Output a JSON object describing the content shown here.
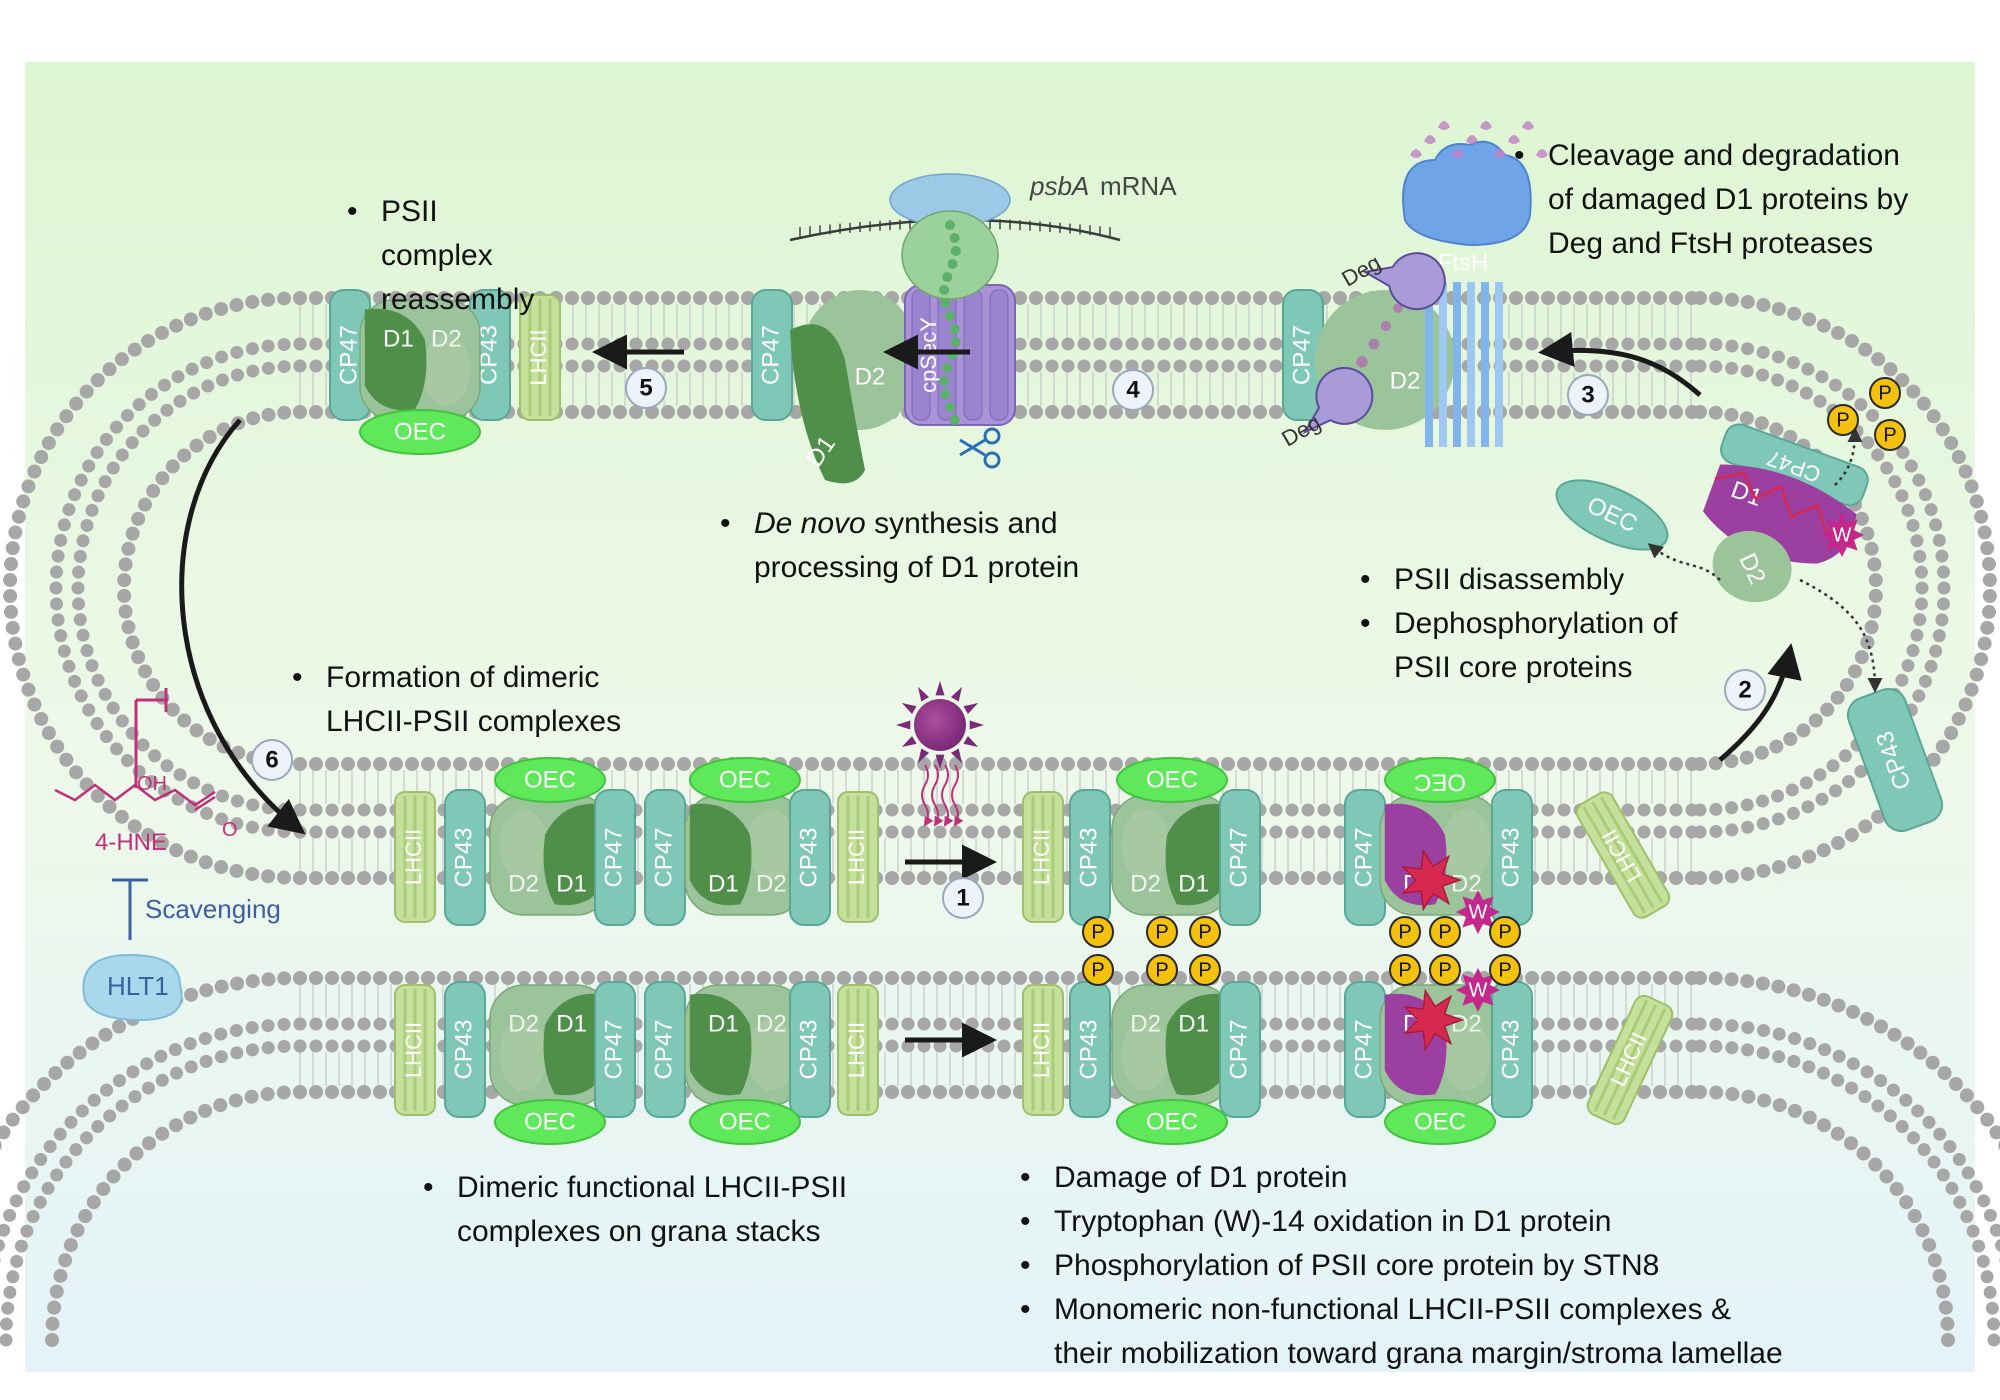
{
  "colors": {
    "background_top": "#dff6d6",
    "background_bottom": "#eaf6fb",
    "membrane_head": "#a7a7a7",
    "cp_proteins": "#7fc8b8",
    "d1_d2": "#4f8f4a",
    "oec": "#5ee85a",
    "lhcii": "#c5e09a",
    "damaged_d1": "#9b3fa0",
    "phospho": "#f4c20d",
    "hne": "#c0307a",
    "hlt1": "#a9d8ec",
    "arrow": "#1a1a1a"
  },
  "steps": [
    "1",
    "2",
    "3",
    "4",
    "5",
    "6"
  ],
  "proteins": {
    "d1": "D1",
    "d2": "D2",
    "cp47": "CP47",
    "cp43": "CP43",
    "oec": "OEC",
    "lhcii": "LHCII",
    "ftsh": "FtsH",
    "deg": "Deg",
    "cpsecy": "cpSecY",
    "w": "W",
    "p": "P"
  },
  "labels": {
    "psba_italic": "psbA",
    "psba_rest": " mRNA",
    "hne": "4-HNE",
    "oh": "OH",
    "o": "O",
    "scavenging": "Scavenging",
    "hlt1": "HLT1"
  },
  "annotations": {
    "reassembly": [
      "PSII",
      "complex",
      "reassembly"
    ],
    "synthesis_italic": "De novo",
    "synthesis_line1_rest": " synthesis and",
    "synthesis_line2": "processing of D1 protein",
    "cleavage": [
      "Cleavage and degradation",
      "of damaged D1 proteins by",
      "Deg and FtsH proteases"
    ],
    "disassembly_1": "PSII disassembly",
    "disassembly_2a": "Dephosphorylation of",
    "disassembly_2b": "PSII core proteins",
    "dimer_formation": [
      "Formation of dimeric",
      "LHCII-PSII complexes"
    ],
    "dimer_functional": [
      "Dimeric functional LHCII-PSII",
      "complexes on grana stacks"
    ],
    "damage_1": "Damage of D1 protein",
    "damage_2": "Tryptophan (W)-14 oxidation in D1 protein",
    "damage_3": "Phosphorylation of PSII core protein by STN8",
    "damage_4a": "Monomeric non-functional LHCII-PSII complexes &",
    "damage_4b": "their mobilization toward grana margin/stroma lamellae"
  }
}
